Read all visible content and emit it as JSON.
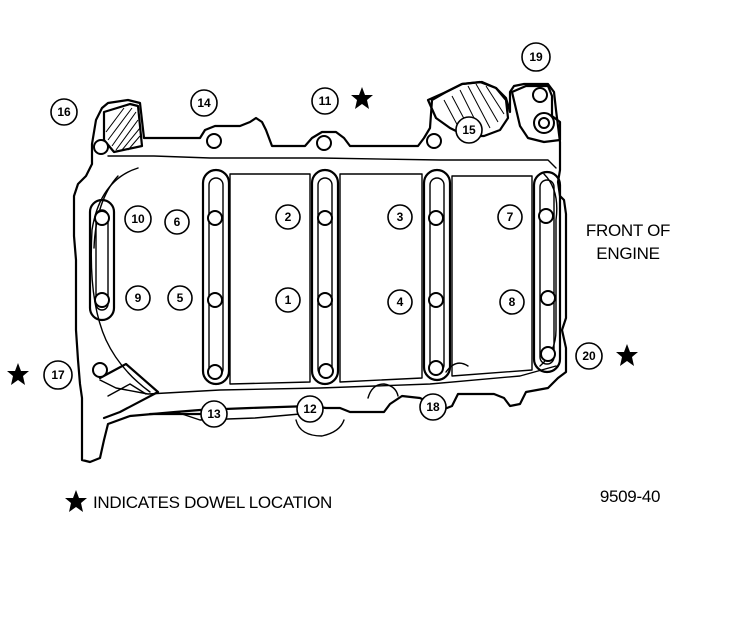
{
  "front_label_line1": "FRONT OF",
  "front_label_line2": "ENGINE",
  "legend_text": "INDICATES DOWEL LOCATION",
  "figure_number": "9509-40",
  "callouts": {
    "c1": "1",
    "c2": "2",
    "c3": "3",
    "c4": "4",
    "c5": "5",
    "c6": "6",
    "c7": "7",
    "c8": "8",
    "c9": "9",
    "c10": "10",
    "c11": "11",
    "c12": "12",
    "c13": "13",
    "c14": "14",
    "c15": "15",
    "c16": "16",
    "c17": "17",
    "c18": "18",
    "c19": "19",
    "c20": "20"
  },
  "dowel_marker_icon": "star-icon",
  "colors": {
    "ink": "#000000",
    "paper": "#ffffff"
  }
}
